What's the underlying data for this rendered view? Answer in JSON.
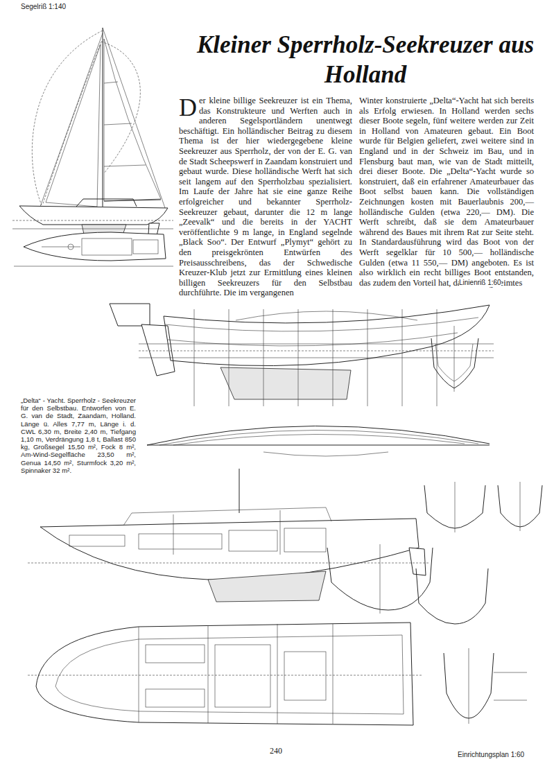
{
  "diagram": {
    "title": "Kleiner Sperrholz-Seekreuzer aus Holland",
    "caption": "„Delta“ - Yacht. Sperrholz - Seekreuzer für den Selbstbau. Entworfen von E. G. van de Stadt, Zaandam, Holland. Länge ü. Alles 7,77 m, Länge i. d. CWL 6,30 m, Breite 2,40 m, Tiefgang 1,10 m, Verdrängung 1,8 t, Ballast 850 kg, Großsegel 15,50 m², Fock 8 m², Am-Wind-Segelfläche 23,50 m², Genua 14,50 m², Sturmfock 3,20 m², Spinnaker 32 m².",
    "labels": [
      "Segelriß 1:140",
      "Der kleine billige Seekreuzer ist ein Thema, das Konstrukteure und Werften auch in anderen Segelsportländern unentwegt beschäftigt. Ein holländischer Beitrag zu diesem Thema ist der hier wiedergegebene kleine Seekreuzer aus Sperrholz, der von der E. G. van de Stadt Scheepswerf in Zaandam konstruiert und gebaut wurde. Diese holländische Werft hat sich seit langem auf den Sperrholzbau spezialisiert. Im Laufe der Jahre hat sie eine ganze Reihe erfolgreicher und bekannter Sperrholz-Seekreuzer gebaut, darunter die 12 m lange „Zeevalk“ und die bereits in der YACHT veröffentlichte 9 m lange, in England segelnde „Black Soo“. Der Entwurf „Plymyt“ gehört zu den preisgekrönten Entwürfen des Preisausschreibens, das der Schwedische Kreuzer-Klub jetzt zur Ermittlung eines kleinen billigen Seekreuzers für den Selbstbau durchführte. Die im vergangenen",
      "Winter konstruierte „Delta“-Yacht hat sich bereits als Erfolg erwiesen. In Holland werden sechs dieser Boote segeln, fünf weitere werden zur Zeit in Holland von Amateuren gebaut. Ein Boot wurde für Belgien geliefert, zwei weitere sind in England und in der Schweiz im Bau, und in Flensburg baut man, wie van de Stadt mitteilt, drei dieser Boote. Die „Delta“-Yacht wurde so konstruiert, daß ein erfahrener Amateurbauer das Boot selbst bauen kann. Die vollständigen Zeichnungen kosten mit Bauerlaubnis 200,— holländische Gulden (etwa 220,— DM). Die Werft schreibt, daß sie dem Amateurbauer während des Baues mit ihrem Rat zur Seite steht. In Standardausführung wird das Boot von der Werft segelklar für 10 500,— holländische Gulden (etwa 11 550,— DM) angeboten. Es ist also wirklich ein recht billiges Boot entstanden, das zudem den Vorteil hat, daß es als geleimtes",
      "Linienriß 1:60",
      "Einrichtungsplan 1:60",
      "240"
    ]
  }
}
